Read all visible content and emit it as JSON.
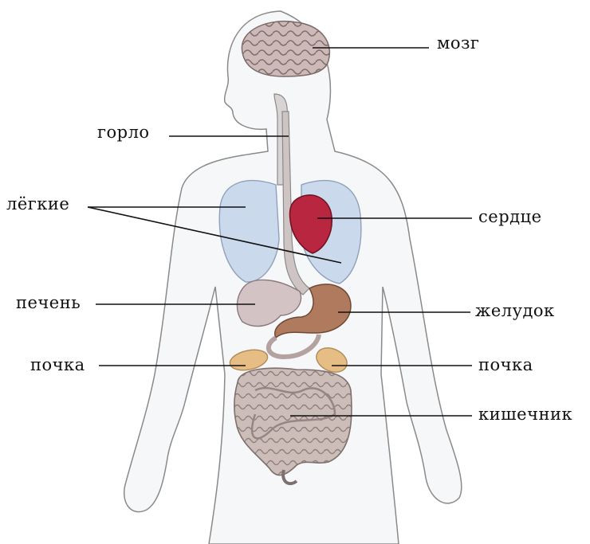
{
  "labels": {
    "brain": "мозг",
    "throat": "горло",
    "lungs": "лёгкие",
    "heart": "сердце",
    "liver": "печень",
    "stomach": "желудок",
    "kidney_left": "почка",
    "kidney_right": "почка",
    "intestine": "кишечник"
  },
  "colors": {
    "outline": "#8a8a8a",
    "body_fill": "#f5f6f7",
    "brain": "#c9b6b4",
    "lungs": "#c9d8ec",
    "heart": "#b8263f",
    "liver": "#d2c2c4",
    "stomach": "#b07a5e",
    "kidney": "#e7bf88",
    "intestine": "#c7b7b4",
    "leader_line": "#111111"
  }
}
